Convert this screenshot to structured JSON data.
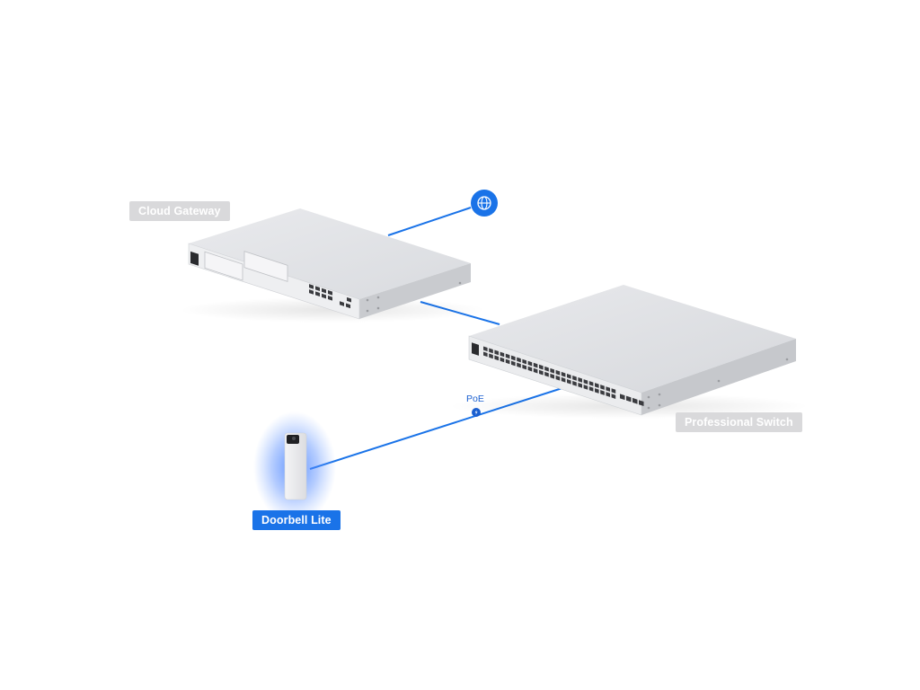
{
  "devices": {
    "gateway": {
      "label": "Cloud Gateway",
      "icon": "gateway-device"
    },
    "switch": {
      "label": "Professional Switch",
      "icon": "switch-device"
    },
    "doorbell": {
      "label": "Doorbell Lite",
      "icon": "doorbell-device"
    }
  },
  "connections": {
    "internet": {
      "icon": "globe-icon"
    },
    "poe": {
      "label": "PoE",
      "icon": "lightning-icon"
    }
  },
  "colors": {
    "link": "#1a73e8",
    "tag_inactive": "#d9d9db",
    "tag_active": "#1a73e8",
    "chassis": "#e6e7ea"
  }
}
